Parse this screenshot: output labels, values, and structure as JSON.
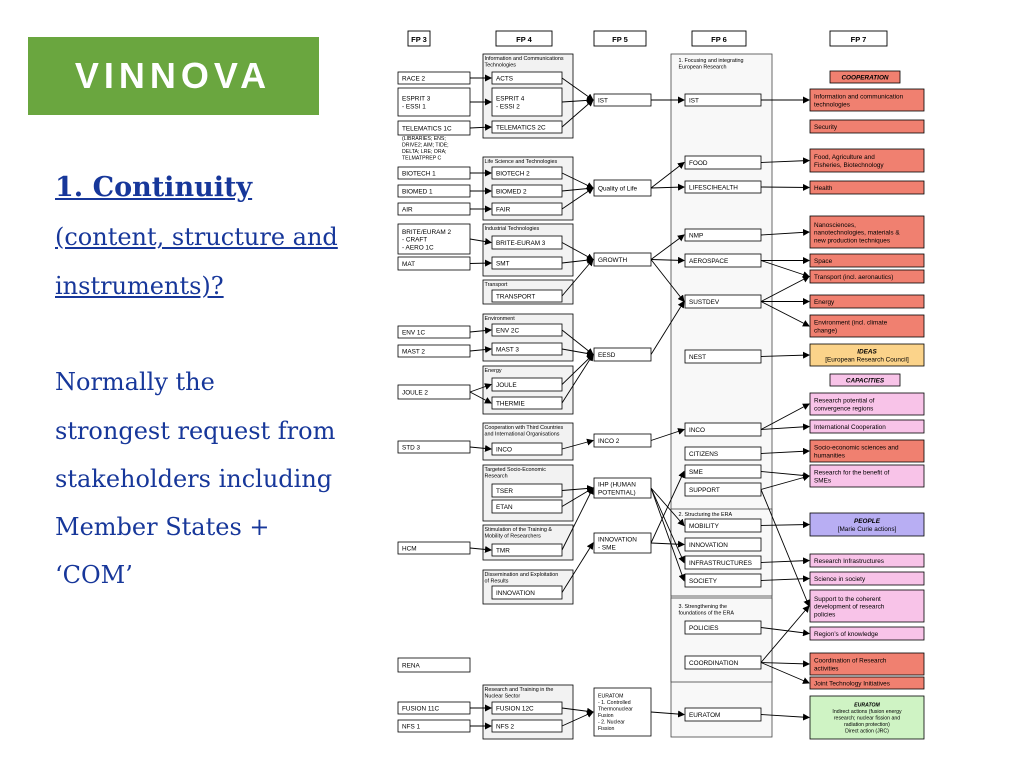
{
  "logo": {
    "text": "VINNOVA"
  },
  "left_text": {
    "heading": "1. Continuity",
    "subheading_line1": "(content, structure and",
    "subheading_line2": "instruments)?",
    "body_lines": [
      "Normally the",
      "strongest request from",
      "stakeholders including",
      "Member States +",
      "‘COM’"
    ]
  },
  "colors": {
    "logo_green": "#6aa63f",
    "title_blue": "#17379a",
    "cooperation": "#f08070",
    "ideas": "#fbd38a",
    "capacities": "#f8c3e8",
    "people": "#b8aef3",
    "euratom": "#cff3c4"
  },
  "headers": [
    "FP 3",
    "FP 4",
    "FP 5",
    "FP 6",
    "FP 7"
  ],
  "nodes": [
    {
      "id": "race2",
      "text": [
        "RACE 2"
      ]
    },
    {
      "id": "esprit3",
      "text": [
        "ESPRIT 3",
        "- ESSI 1"
      ]
    },
    {
      "id": "telematics1c",
      "text": [
        "TELEMATICS 1C"
      ]
    },
    {
      "id": "libraries",
      "text": [
        "(LIBRARIES; ENS;",
        "DRIVE2; AIM; TIDE;",
        "DELTA; LRE; ORA;",
        "TELMATPREP C"
      ]
    },
    {
      "id": "biotech1",
      "text": [
        "BIOTECH 1"
      ]
    },
    {
      "id": "biomed1",
      "text": [
        "BIOMED 1"
      ]
    },
    {
      "id": "air",
      "text": [
        "AIR"
      ]
    },
    {
      "id": "brite2",
      "text": [
        "BRITE/EURAM 2",
        "- CRAFT",
        "- AERO 1C"
      ]
    },
    {
      "id": "mat",
      "text": [
        "MAT"
      ]
    },
    {
      "id": "env1c",
      "text": [
        "ENV 1C"
      ]
    },
    {
      "id": "mast2",
      "text": [
        "MAST 2"
      ]
    },
    {
      "id": "joule2",
      "text": [
        "JOULE 2"
      ]
    },
    {
      "id": "std3",
      "text": [
        "STD 3"
      ]
    },
    {
      "id": "hcm",
      "text": [
        "HCM"
      ]
    },
    {
      "id": "rena",
      "text": [
        "RENA"
      ]
    },
    {
      "id": "fusion11c",
      "text": [
        "FUSION 11C"
      ]
    },
    {
      "id": "nfs1",
      "text": [
        "NFS 1"
      ]
    },
    {
      "id": "g_ict",
      "text": [
        "Information and Communications",
        "Technologies"
      ]
    },
    {
      "id": "acts",
      "text": [
        "ACTS"
      ]
    },
    {
      "id": "esprit4",
      "text": [
        "ESPRIT 4",
        "- ESSI 2"
      ]
    },
    {
      "id": "telematics2c",
      "text": [
        "TELEMATICS 2C"
      ]
    },
    {
      "id": "g_life",
      "text": [
        "Life Science and Technologies"
      ]
    },
    {
      "id": "biotech2",
      "text": [
        "BIOTECH 2"
      ]
    },
    {
      "id": "biomed2",
      "text": [
        "BIOMED 2"
      ]
    },
    {
      "id": "fair",
      "text": [
        "FAIR"
      ]
    },
    {
      "id": "g_ind",
      "text": [
        "Industrial Technologies"
      ]
    },
    {
      "id": "brite3",
      "text": [
        "BRITE-EURAM 3"
      ]
    },
    {
      "id": "smt",
      "text": [
        "SMT"
      ]
    },
    {
      "id": "g_trans",
      "text": [
        "Transport"
      ]
    },
    {
      "id": "transport",
      "text": [
        "TRANSPORT"
      ]
    },
    {
      "id": "g_env",
      "text": [
        "Environment"
      ]
    },
    {
      "id": "env2c",
      "text": [
        "ENV 2C"
      ]
    },
    {
      "id": "mast3",
      "text": [
        "MAST 3"
      ]
    },
    {
      "id": "g_energy",
      "text": [
        "Energy"
      ]
    },
    {
      "id": "joule",
      "text": [
        "JOULE"
      ]
    },
    {
      "id": "thermie",
      "text": [
        "THERMIE"
      ]
    },
    {
      "id": "g_coop",
      "text": [
        "Cooperation with Third Countries",
        "and International Organisations"
      ]
    },
    {
      "id": "inco",
      "text": [
        "INCO"
      ]
    },
    {
      "id": "g_tser",
      "text": [
        "Targeted Socio-Economic",
        "Research"
      ]
    },
    {
      "id": "tser",
      "text": [
        "TSER"
      ]
    },
    {
      "id": "etan",
      "text": [
        "ETAN"
      ]
    },
    {
      "id": "g_tmr",
      "text": [
        "Stimulation of the Training &",
        "Mobility of Researchers"
      ]
    },
    {
      "id": "tmr",
      "text": [
        "TMR"
      ]
    },
    {
      "id": "g_diss",
      "text": [
        "Dissemination and Exploitation",
        "of Results"
      ]
    },
    {
      "id": "innovation4",
      "text": [
        "INNOVATION"
      ]
    },
    {
      "id": "g_nuc",
      "text": [
        "Research and Training in the",
        "Nuclear Sector"
      ]
    },
    {
      "id": "fusion12c",
      "text": [
        "FUSION 12C"
      ]
    },
    {
      "id": "nfs2",
      "text": [
        "NFS 2"
      ]
    },
    {
      "id": "ist5",
      "text": [
        "IST"
      ]
    },
    {
      "id": "qol",
      "text": [
        "Quality of Life"
      ]
    },
    {
      "id": "growth",
      "text": [
        "GROWTH"
      ]
    },
    {
      "id": "eesd",
      "text": [
        "EESD"
      ]
    },
    {
      "id": "inco2",
      "text": [
        "INCO 2"
      ]
    },
    {
      "id": "ihp",
      "text": [
        "IHP (HUMAN",
        "POTENTIAL)"
      ]
    },
    {
      "id": "innovsme",
      "text": [
        "INNOVATION",
        "- SME"
      ]
    },
    {
      "id": "euratom5",
      "text": [
        "EURATOM",
        "- 1. Controlled",
        "Thermonuclear",
        "Fusion",
        "- 2. Nuclear",
        "Fission"
      ]
    },
    {
      "id": "g_focus",
      "text": [
        "1. Focusing and integrating",
        "European Research"
      ]
    },
    {
      "id": "ist6",
      "text": [
        "IST"
      ]
    },
    {
      "id": "food",
      "text": [
        "FOOD"
      ]
    },
    {
      "id": "lifesci",
      "text": [
        "LIFESCIHEALTH"
      ]
    },
    {
      "id": "nmp",
      "text": [
        "NMP"
      ]
    },
    {
      "id": "aero",
      "text": [
        "AEROSPACE"
      ]
    },
    {
      "id": "sustdev",
      "text": [
        "SUSTDEV"
      ]
    },
    {
      "id": "nest",
      "text": [
        "NEST"
      ]
    },
    {
      "id": "inco6",
      "text": [
        "INCO"
      ]
    },
    {
      "id": "citizens",
      "text": [
        "CITIZENS"
      ]
    },
    {
      "id": "sme",
      "text": [
        "SME"
      ]
    },
    {
      "id": "support",
      "text": [
        "SUPPORT"
      ]
    },
    {
      "id": "g_struct",
      "text": [
        "2. Structuring the ERA"
      ]
    },
    {
      "id": "mobility",
      "text": [
        "MOBILITY"
      ]
    },
    {
      "id": "innovation6",
      "text": [
        "INNOVATION"
      ]
    },
    {
      "id": "infra",
      "text": [
        "INFRASTRUCTURES"
      ]
    },
    {
      "id": "society",
      "text": [
        "SOCIETY"
      ]
    },
    {
      "id": "g_streng",
      "text": [
        "3. Strengthening the",
        "foundations of the ERA"
      ]
    },
    {
      "id": "policies",
      "text": [
        "POLICIES"
      ]
    },
    {
      "id": "coord",
      "text": [
        "COORDINATION"
      ]
    },
    {
      "id": "euratom6",
      "text": [
        "EURATOM"
      ]
    },
    {
      "id": "cooperation",
      "text": [
        "COOPERATION"
      ]
    },
    {
      "id": "r_ict",
      "text": [
        "Information and communication",
        "technologies"
      ]
    },
    {
      "id": "r_sec",
      "text": [
        "Security"
      ]
    },
    {
      "id": "r_food",
      "text": [
        "Food, Agriculture and",
        "Fisheries, Biotechnology"
      ]
    },
    {
      "id": "r_health",
      "text": [
        "Health"
      ]
    },
    {
      "id": "r_nano",
      "text": [
        "Nanosciences,",
        "nanotechnologies, materials &",
        "new production techniques"
      ]
    },
    {
      "id": "r_space",
      "text": [
        "Space"
      ]
    },
    {
      "id": "r_transport",
      "text": [
        "Transport (incl. aeronautics)"
      ]
    },
    {
      "id": "r_energy",
      "text": [
        "Energy"
      ]
    },
    {
      "id": "r_env",
      "text": [
        "Environment (incl. climate",
        "change)"
      ]
    },
    {
      "id": "ideas",
      "text": [
        "IDEAS",
        "[European Research Council]"
      ]
    },
    {
      "id": "capacities",
      "text": [
        "CAPACITIES"
      ]
    },
    {
      "id": "r_potential",
      "text": [
        "Research potential of",
        "convergence regions"
      ]
    },
    {
      "id": "r_intcoop",
      "text": [
        "International Cooperation"
      ]
    },
    {
      "id": "r_socio",
      "text": [
        "Socio-economic sciences and",
        "humanities"
      ]
    },
    {
      "id": "r_smes",
      "text": [
        "Research for the benefit of",
        "SMEs"
      ]
    },
    {
      "id": "people",
      "text": [
        "PEOPLE",
        "[Marie Curie actions]"
      ]
    },
    {
      "id": "r_infra",
      "text": [
        "Research Infrastructures"
      ]
    },
    {
      "id": "r_science",
      "text": [
        "Science in society"
      ]
    },
    {
      "id": "r_support",
      "text": [
        "Support to the coherent",
        "development of research",
        "policies"
      ]
    },
    {
      "id": "r_regions",
      "text": [
        "Region’s of knowledge"
      ]
    },
    {
      "id": "r_coordact",
      "text": [
        "Coordination of Research",
        "activities"
      ]
    },
    {
      "id": "r_jti",
      "text": [
        "Joint Technology Initiatives"
      ]
    },
    {
      "id": "euratom7",
      "text": [
        "EURATOM",
        "Indirect actions (fusion energy",
        "research; nuclear fission and",
        "radiation protection)",
        "Direct action (JRC)"
      ]
    }
  ]
}
